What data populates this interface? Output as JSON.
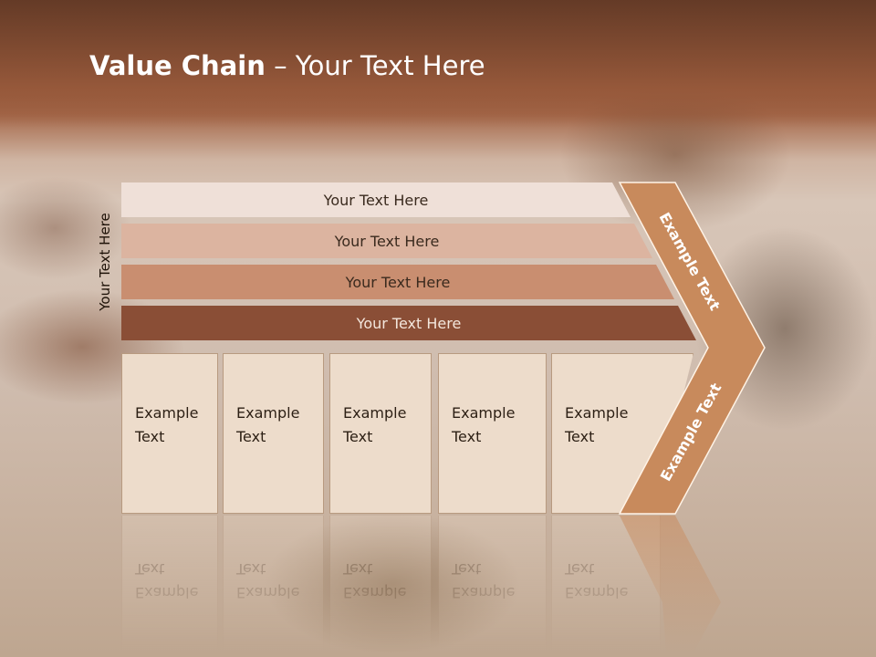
{
  "slide": {
    "title_bold": "Value Chain",
    "title_rest": " – Your Text Here",
    "vertical_label": "Your Text Here"
  },
  "support_bars": [
    {
      "label": "Your Text Here"
    },
    {
      "label": "Your Text Here"
    },
    {
      "label": "Your Text Here"
    },
    {
      "label": "Your Text Here"
    }
  ],
  "primary_cells": [
    {
      "line1": "Example",
      "line2": "Text"
    },
    {
      "line1": "Example",
      "line2": "Text"
    },
    {
      "line1": "Example",
      "line2": "Text"
    },
    {
      "line1": "Example",
      "line2": "Text"
    },
    {
      "line1": "Example",
      "line2": "Text"
    }
  ],
  "chevron": {
    "upper_label": "Example Text",
    "lower_label": "Example Text",
    "color": "#c88a5c"
  }
}
